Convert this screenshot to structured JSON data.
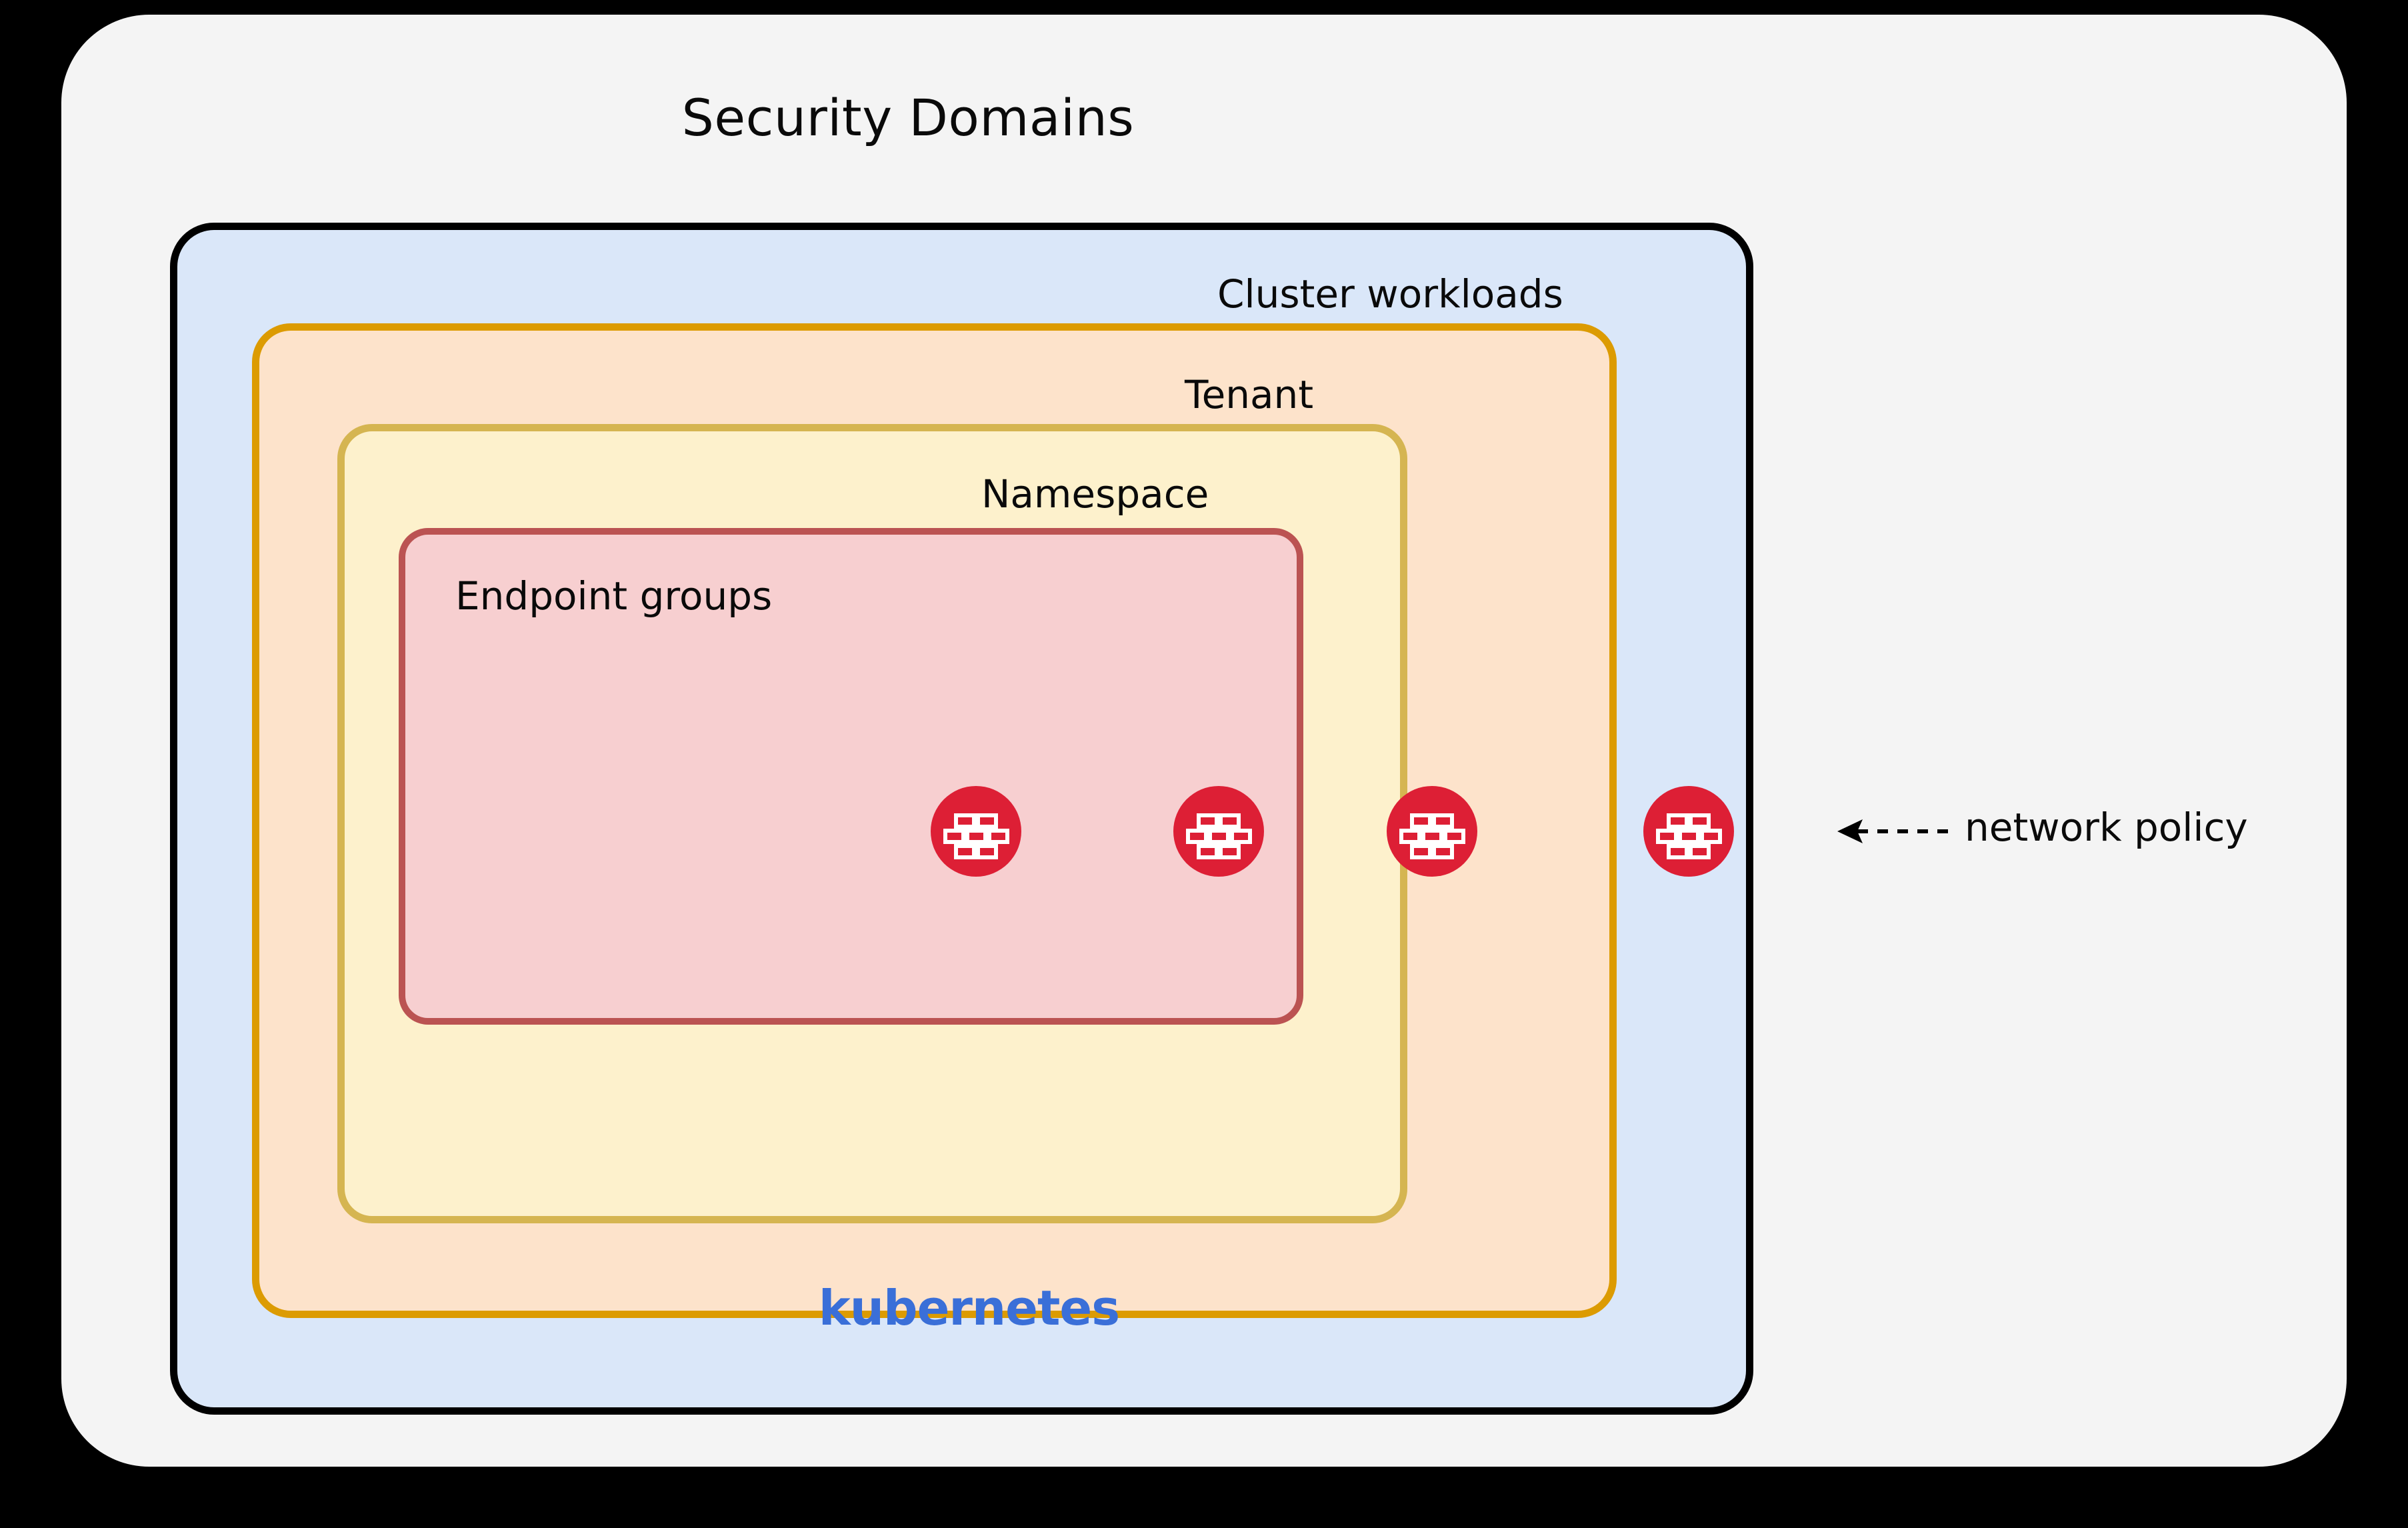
{
  "diagram": {
    "title": "Security Domains",
    "background_color": "#000000",
    "card_color": "#f4f4f4",
    "layers": [
      {
        "id": "cluster",
        "label": "Cluster workloads",
        "fill": "#dae7f9",
        "stroke": "#000000"
      },
      {
        "id": "tenant",
        "label": "Tenant",
        "fill": "#fde3cb",
        "stroke": "#dc9b02"
      },
      {
        "id": "namespace",
        "label": "Namespace",
        "fill": "#fdf1cc",
        "stroke": "#d5b551"
      },
      {
        "id": "endpoint",
        "label": "Endpoint groups",
        "fill": "#f7cfd0",
        "stroke": "#bb5352"
      }
    ],
    "branding": {
      "wordmark": "kubernetes",
      "wordmark_color": "#3a6fd8"
    },
    "firewall_badges": {
      "icon_name": "firewall-brick-icon",
      "count": 4,
      "circle_color": "#dd1f35",
      "brick_color": "#ffffff",
      "positions_x": [
        1464,
        1828,
        2148,
        2533
      ]
    },
    "callout": {
      "label": "network policy",
      "arrow_name": "dashed-left-arrow-icon",
      "arrow_style": "dashed"
    }
  }
}
